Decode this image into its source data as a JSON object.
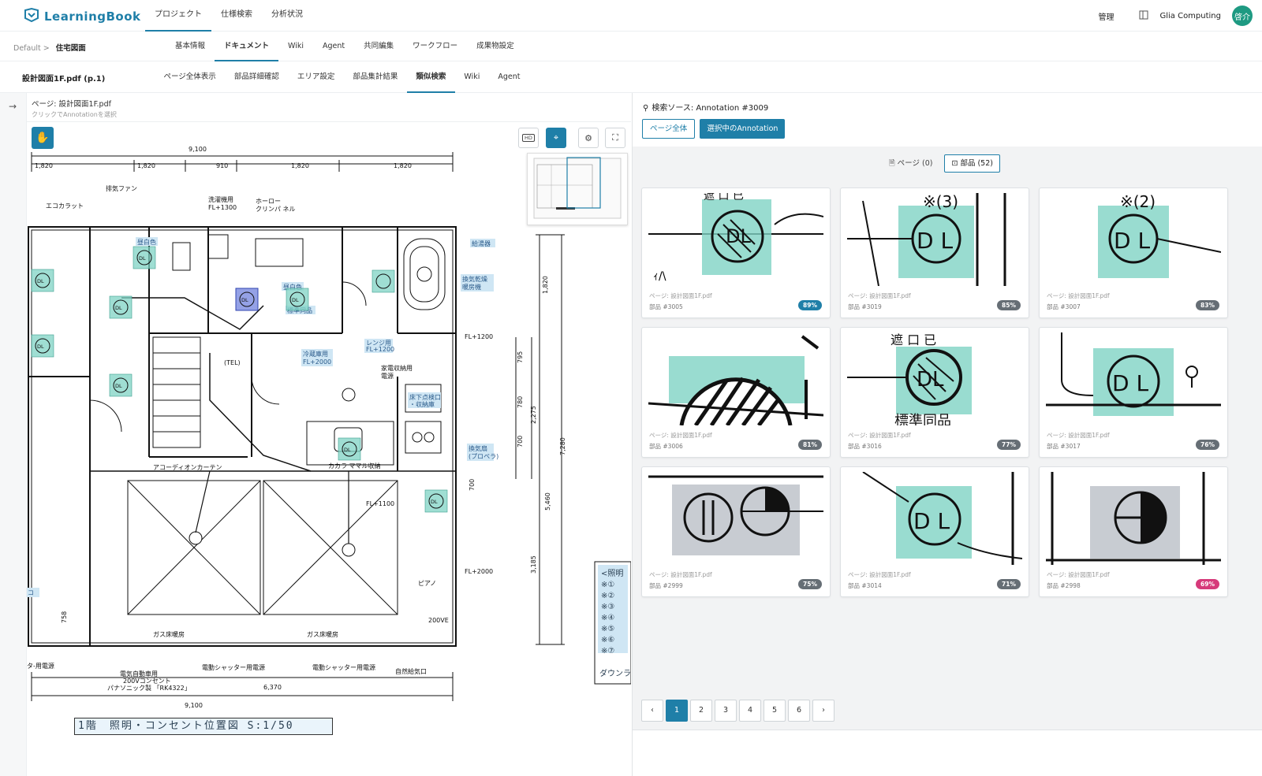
{
  "app": {
    "name": "LearningBook",
    "brand_color": "#1f7fa8"
  },
  "topnav": {
    "items": [
      {
        "label": "プロジェクト"
      },
      {
        "label": "仕様検索"
      },
      {
        "label": "分析状況"
      }
    ]
  },
  "topright": {
    "admin": "管理",
    "org": "Glia Computing",
    "avatar": "啓介"
  },
  "breadcrumb": {
    "root": "Default >",
    "current": "住宅図面"
  },
  "tabs2": {
    "items": [
      {
        "label": "基本情報"
      },
      {
        "label": "ドキュメント"
      },
      {
        "label": "Wiki"
      },
      {
        "label": "Agent"
      },
      {
        "label": "共同編集"
      },
      {
        "label": "ワークフロー"
      },
      {
        "label": "成果物設定"
      }
    ]
  },
  "doc": {
    "name": "設計図面1F.pdf (p.1)"
  },
  "tabs3": {
    "items": [
      {
        "label": "ページ全体表示"
      },
      {
        "label": "部品詳細確認"
      },
      {
        "label": "エリア設定"
      },
      {
        "label": "部品集計結果"
      },
      {
        "label": "類似検索"
      },
      {
        "label": "Wiki"
      },
      {
        "label": "Agent"
      }
    ]
  },
  "viewer": {
    "page_title": "ページ: 設計図面1F.pdf",
    "hint": "クリックでAnnotationを選択",
    "hd_label": "HD",
    "drawing_title": "1階　照明・コンセント位置図 S:1/50",
    "dims": [
      "9,100",
      "1,820",
      "1,820",
      "910",
      "1,820",
      "1,820",
      "6,370",
      "9,100",
      "1,820",
      "2,275",
      "7,280",
      "5,460",
      "3,185",
      "795",
      "780",
      "700",
      "700",
      "758"
    ],
    "labels": [
      "排気ファン",
      "洗濯機用",
      "FL+1300",
      "ホーロー",
      "クリンパ ネル",
      "エコカラット",
      "昼白色",
      "標準同品",
      "給湯器",
      "換気乾燥",
      "暖房機",
      "FL+1200",
      "(TEL)",
      "冷蔵庫用",
      "FL+2000",
      "レンジ用",
      "家電収納用",
      "電源",
      "床下点検口",
      "・収納庫",
      "アコーディオンカーテン",
      "カカラ ママル収納",
      "換気扇",
      "(プロペラ)",
      "FL+1100",
      "FL+2000",
      "ガス床暖房",
      "ガス床暖房",
      "電動シャッター用電源",
      "電動シャッター用電源",
      "電気自動車用",
      "200Vコンセント",
      "パナソニック製 「RK4322」",
      "自然給気口",
      "タ-用電源",
      "ピアノ",
      "200VE"
    ],
    "legend": [
      "<照明",
      "※①",
      "※②",
      "※③",
      "※④",
      "※⑤",
      "※⑥",
      "※⑦",
      "ダウンライ"
    ]
  },
  "search": {
    "source": "検索ソース: Annotation #3009",
    "btn_page": "ページ全体",
    "btn_selected": "選択中のAnnotation",
    "tab_pages": "ページ (0)",
    "tab_parts": "部品 (52)"
  },
  "results": [
    {
      "page": "ページ: 設計図面1F.pdf",
      "part": "部品 #3005",
      "score": "89%",
      "color": "#1f7fa8"
    },
    {
      "page": "ページ: 設計図面1F.pdf",
      "part": "部品 #3019",
      "score": "85%",
      "color": "#666e75"
    },
    {
      "page": "ページ: 設計図面1F.pdf",
      "part": "部品 #3007",
      "score": "83%",
      "color": "#666e75"
    },
    {
      "page": "ページ: 設計図面1F.pdf",
      "part": "部品 #3006",
      "score": "81%",
      "color": "#666e75"
    },
    {
      "page": "ページ: 設計図面1F.pdf",
      "part": "部品 #3016",
      "score": "77%",
      "color": "#666e75"
    },
    {
      "page": "ページ: 設計図面1F.pdf",
      "part": "部品 #3017",
      "score": "76%",
      "color": "#666e75"
    },
    {
      "page": "ページ: 設計図面1F.pdf",
      "part": "部品 #2999",
      "score": "75%",
      "color": "#666e75"
    },
    {
      "page": "ページ: 設計図面1F.pdf",
      "part": "部品 #3014",
      "score": "71%",
      "color": "#666e75"
    },
    {
      "page": "ページ: 設計図面1F.pdf",
      "part": "部品 #2998",
      "score": "69%",
      "color": "#d63a7a"
    }
  ],
  "pagination": {
    "prev": "‹",
    "next": "›",
    "pages": [
      "1",
      "2",
      "3",
      "4",
      "5",
      "6"
    ],
    "active": "1"
  },
  "annotation_color": "#7fd3c4",
  "selected_color": "#5a6fd8"
}
